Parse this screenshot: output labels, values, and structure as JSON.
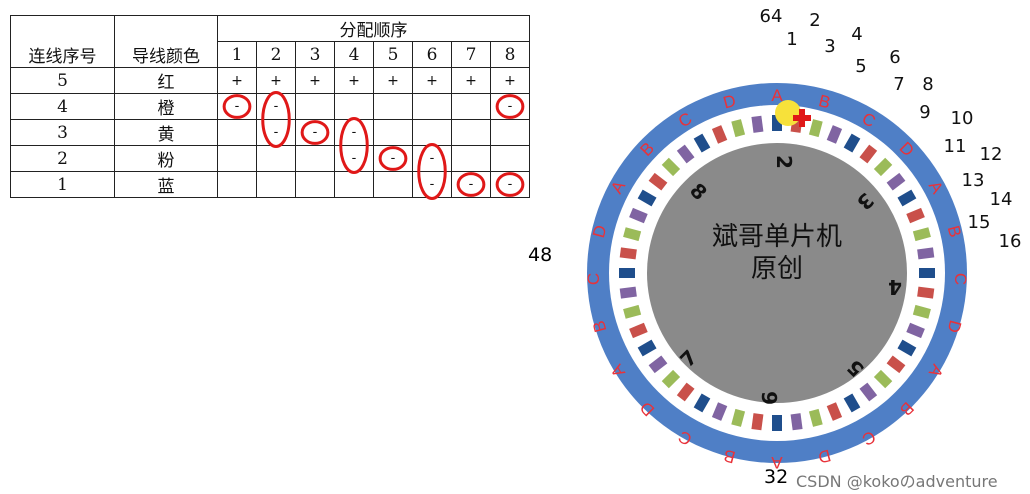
{
  "table": {
    "header_left": "连线序号",
    "header_color": "导线颜色",
    "header_group": "分配顺序",
    "steps": [
      "1",
      "2",
      "3",
      "4",
      "5",
      "6",
      "7",
      "8"
    ],
    "rows": [
      {
        "seq": "5",
        "color": "红",
        "cells": [
          "+",
          "+",
          "+",
          "+",
          "+",
          "+",
          "+",
          "+"
        ]
      },
      {
        "seq": "4",
        "color": "橙",
        "cells": [
          "-",
          "-",
          "",
          "",
          "",
          "",
          "",
          "-"
        ]
      },
      {
        "seq": "3",
        "color": "黄",
        "cells": [
          "",
          "-",
          "-",
          "-",
          "",
          "",
          "",
          ""
        ]
      },
      {
        "seq": "2",
        "color": "粉",
        "cells": [
          "",
          "",
          "",
          "-",
          "-",
          "-",
          "",
          ""
        ]
      },
      {
        "seq": "1",
        "color": "蓝",
        "cells": [
          "",
          "",
          "",
          "",
          "",
          "-",
          "-",
          "-"
        ]
      }
    ]
  },
  "diagram": {
    "center_line1": "斌哥单片机",
    "center_line2": "原创",
    "stator_labels": [
      "8",
      "2",
      "3",
      "4",
      "5",
      "6",
      "7"
    ],
    "coil_letters": [
      "A",
      "B",
      "C",
      "D"
    ],
    "outer_numbers": [
      "64",
      "1",
      "2",
      "3",
      "4",
      "5",
      "6",
      "7",
      "8",
      "9",
      "10",
      "11",
      "12",
      "13",
      "14",
      "15",
      "16"
    ],
    "left_number": "48",
    "bottom_number": "32"
  },
  "colors": {
    "ring_blue": "#4f7fc6",
    "gray_core": "#8a8a8a",
    "accent_red": "#e03a3a",
    "tooth_colors": [
      "#1f4e8c",
      "#c9504a",
      "#9bbb59",
      "#8064a2"
    ]
  },
  "watermark": "CSDN @kokoのadventure"
}
